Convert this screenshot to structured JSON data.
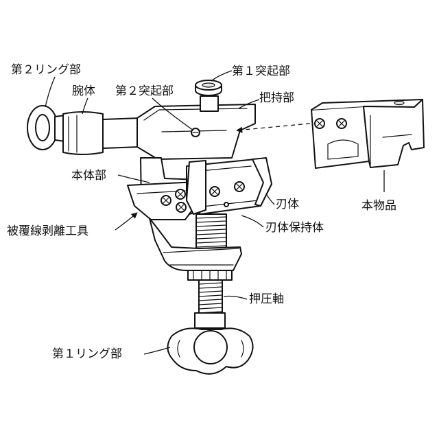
{
  "labels": {
    "ring2": "第２リング部",
    "arm": "腕体",
    "protrusion2": "第２突起部",
    "protrusion1": "第１突起部",
    "grip": "把持部",
    "body": "本体部",
    "blade": "刃体",
    "product": "本物品",
    "tool": "被覆線剥離工具",
    "blade_holder": "刃体保持体",
    "press_shaft": "押圧軸",
    "ring1": "第１リング部"
  }
}
